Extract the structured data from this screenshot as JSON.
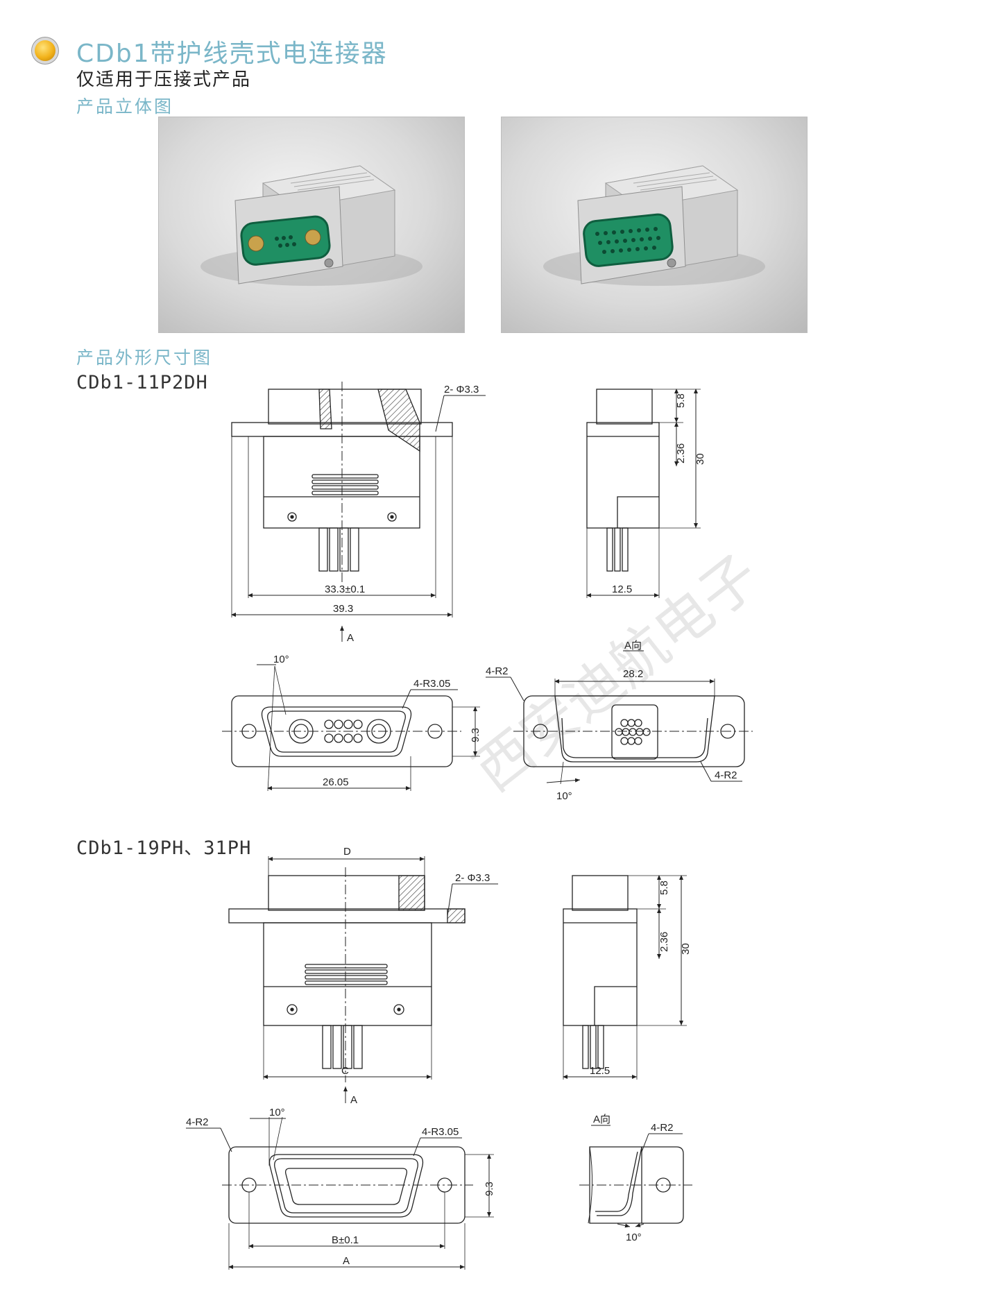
{
  "header": {
    "title": "CDb1带护线壳式电连接器",
    "subtitle": "仅适用于压接式产品"
  },
  "sections": {
    "view3d": "产品立体图",
    "dimensions": "产品外形尺寸图"
  },
  "models": {
    "model1": "CDb1-11P2DH",
    "model2": "CDb1-19PH、31PH"
  },
  "watermark": "西安迪航电子",
  "colors": {
    "accent": "#7ab6c8",
    "insulator": "#1f8f63",
    "metal": "#c8c8c8"
  },
  "labels1": {
    "hole": "2- Φ3.3",
    "width_inner": "33.3±0.1",
    "width_outer": "39.3",
    "arrow": "A",
    "h1": "5.8",
    "h2": "2.36",
    "h3": "30",
    "depth": "12.5",
    "angle_top": "10°",
    "r_shell": "4-R3.05",
    "r_left": "4-R2",
    "view_a": "A向",
    "w_282": "28.2",
    "h_93": "9.3",
    "w_2605": "26.05",
    "angle_bottom": "10°",
    "r_right": "4-R2"
  },
  "labels2": {
    "D": "D",
    "hole": "2- Φ3.3",
    "h1": "5.8",
    "h2": "2.36",
    "h3": "30",
    "C": "C",
    "depth": "12.5",
    "arrow": "A",
    "angle_top": "10°",
    "r_left": "4-R2",
    "r_shell": "4-R3.05",
    "h_93": "9.3",
    "B": "B±0.1",
    "A": "A",
    "view_a": "A向",
    "r_right": "4-R2",
    "angle_bottom": "10°"
  }
}
